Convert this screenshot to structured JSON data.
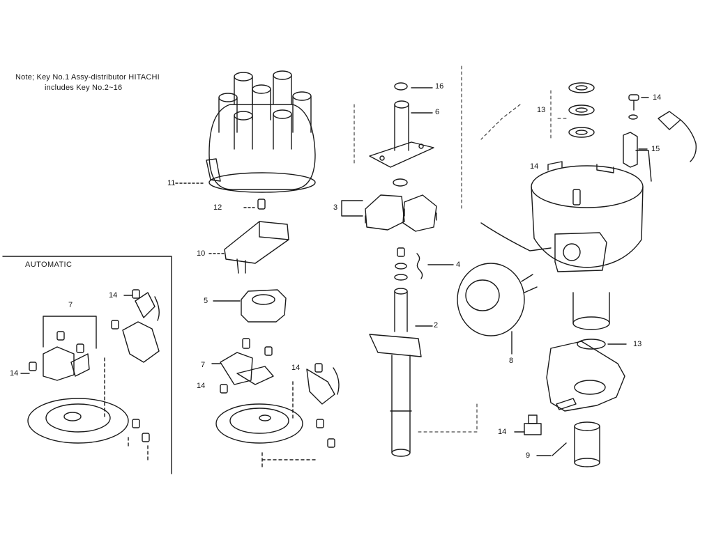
{
  "note": {
    "line1": "Note; Key No.1 Assy-distributor HITACHI",
    "line2": "includes Key No.2~16"
  },
  "inset": {
    "title": "AUTOMATIC"
  },
  "callouts": {
    "c16": "16",
    "c6": "6",
    "c13a": "13",
    "c14a": "14",
    "c15": "15",
    "c14b": "14",
    "c11": "11",
    "c12": "12",
    "c3": "3",
    "c10": "10",
    "c4": "4",
    "c5": "5",
    "c2": "2",
    "c14c": "14",
    "c7a": "7",
    "c14d": "14",
    "c7b": "7",
    "c14e": "14",
    "c14f": "14",
    "c8": "8",
    "c13b": "13",
    "c14g": "14",
    "c9": "9"
  },
  "colors": {
    "ink": "#1a1a1a",
    "paper": "#ffffff"
  }
}
